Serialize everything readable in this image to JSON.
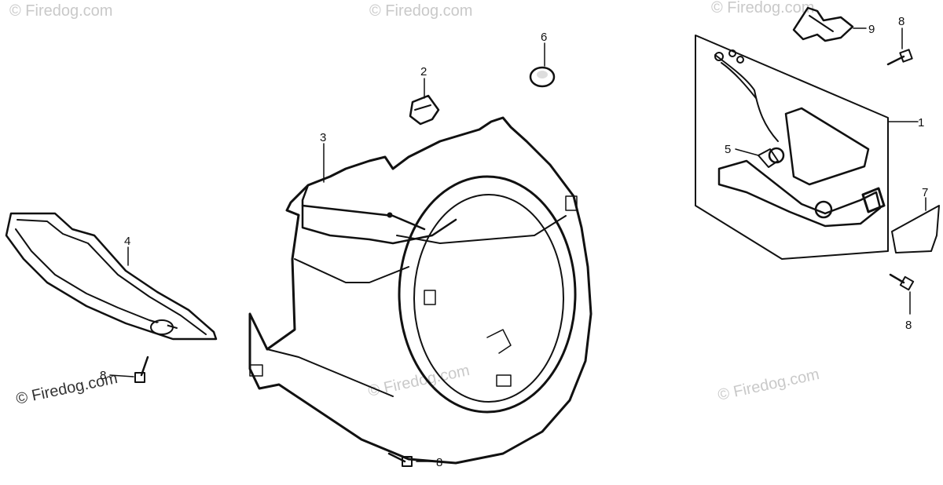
{
  "watermark": {
    "text": "© Firedog.com",
    "text_bottom_left": "© Firedog.com"
  },
  "callouts": [
    {
      "id": "c1",
      "label": "1"
    },
    {
      "id": "c2",
      "label": "2"
    },
    {
      "id": "c3",
      "label": "3"
    },
    {
      "id": "c4",
      "label": "4"
    },
    {
      "id": "c5",
      "label": "5"
    },
    {
      "id": "c6",
      "label": "6"
    },
    {
      "id": "c7",
      "label": "7"
    },
    {
      "id": "c8a",
      "label": "8"
    },
    {
      "id": "c8b",
      "label": "8"
    },
    {
      "id": "c8c",
      "label": "8"
    },
    {
      "id": "c8d",
      "label": "8"
    },
    {
      "id": "c9",
      "label": "9"
    }
  ]
}
